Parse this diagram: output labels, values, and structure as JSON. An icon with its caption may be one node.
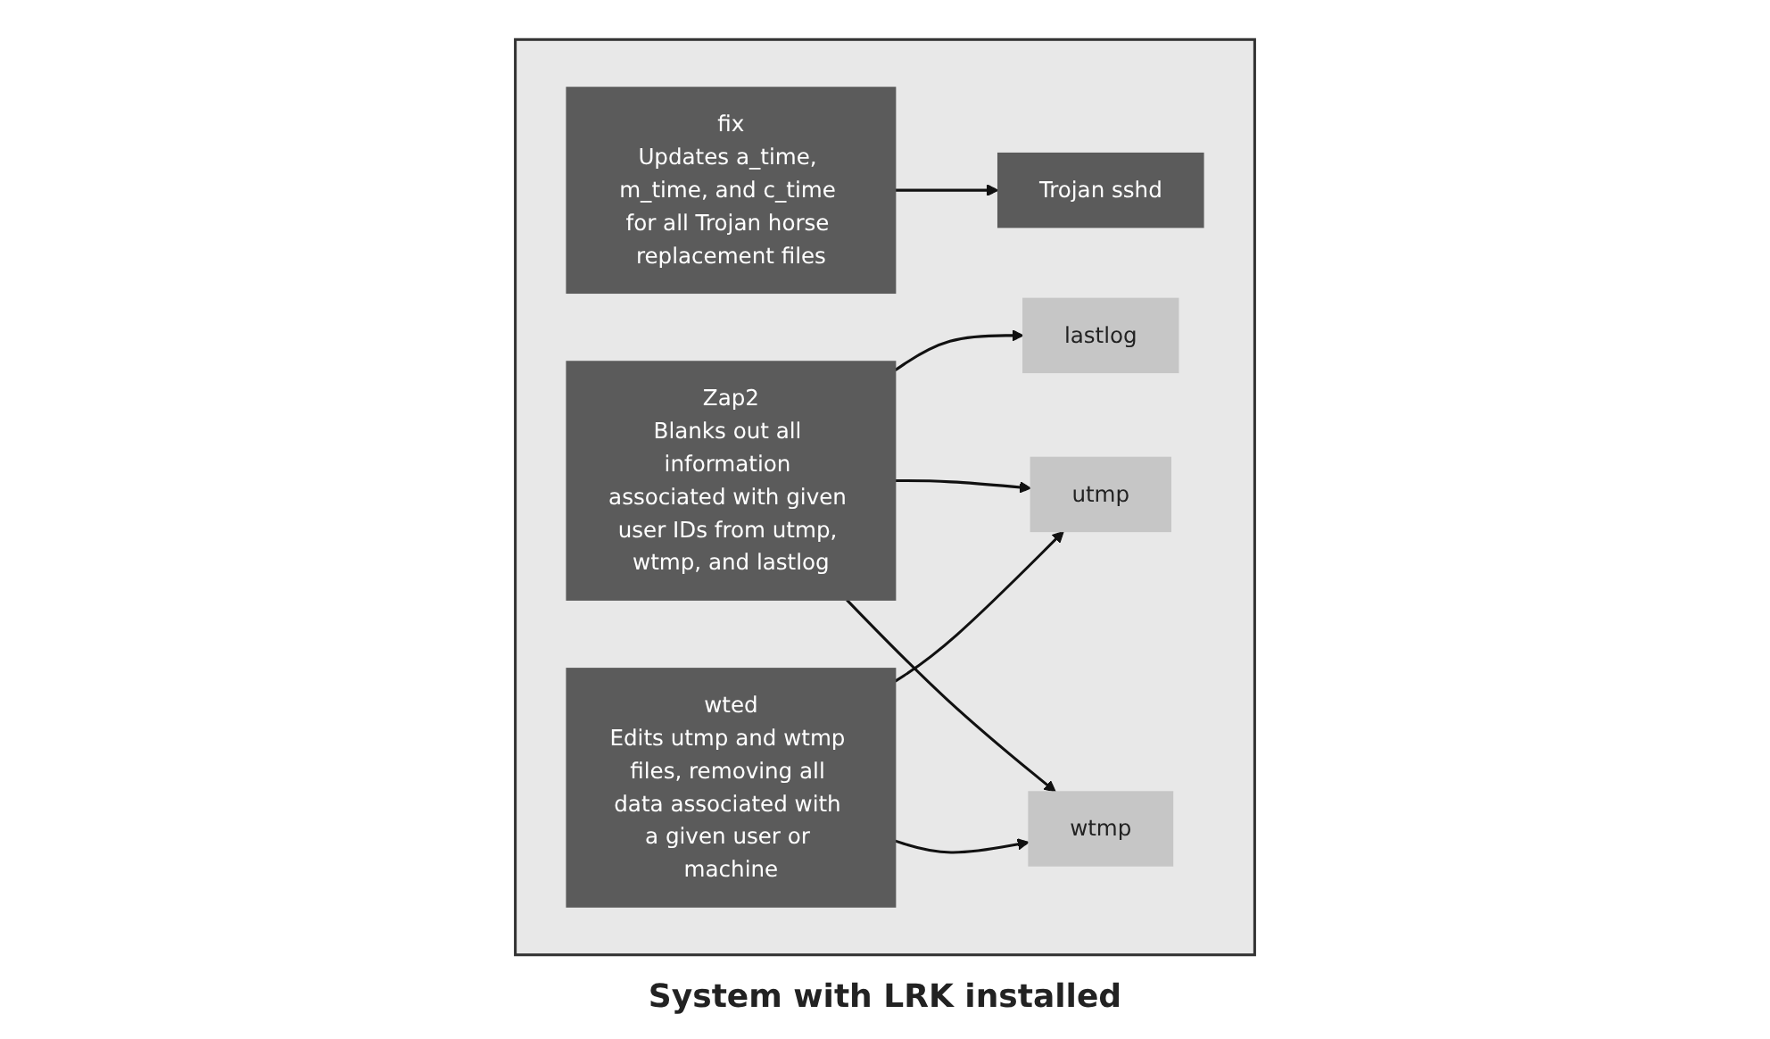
{
  "diagram": {
    "caption": "System with LRK installed",
    "nodes": [
      {
        "text": [],
        "shape": "box"
      },
      {
        "text": [
          "fix",
          "Updates a_time, m_time, and c_time for all Trojan horse replacement files"
        ],
        "in": 0
      },
      {
        "text": [
          "Trojan sshd"
        ],
        "in": 0
      },
      {
        "text": [
          "Zap2",
          "Blanks out all information associated with given user IDs from utmp, wtmp, and lastlog"
        ],
        "in": 0
      },
      {
        "text": [
          "wted",
          "Edits utmp and wtmp files, removing all data associated with a given user or machine"
        ],
        "in": 0
      },
      {
        "text": [
          "lastlog"
        ],
        "in": 0
      },
      {
        "text": [
          "utmp"
        ],
        "in": 0
      },
      {
        "text": [
          "wtmp"
        ],
        "in": 0
      }
    ],
    "edges": [
      {
        "from": 1,
        "to": 2,
        "arrow": "to"
      },
      {
        "from": 3,
        "to": 5,
        "arrow": "to"
      },
      {
        "from": 3,
        "to": 6,
        "arrow": "to"
      },
      {
        "from": 3,
        "to": 7,
        "arrow": "to"
      },
      {
        "from": 4,
        "to": 6,
        "arrow": "to"
      },
      {
        "from": 4,
        "to": 7,
        "arrow": "to"
      }
    ]
  }
}
